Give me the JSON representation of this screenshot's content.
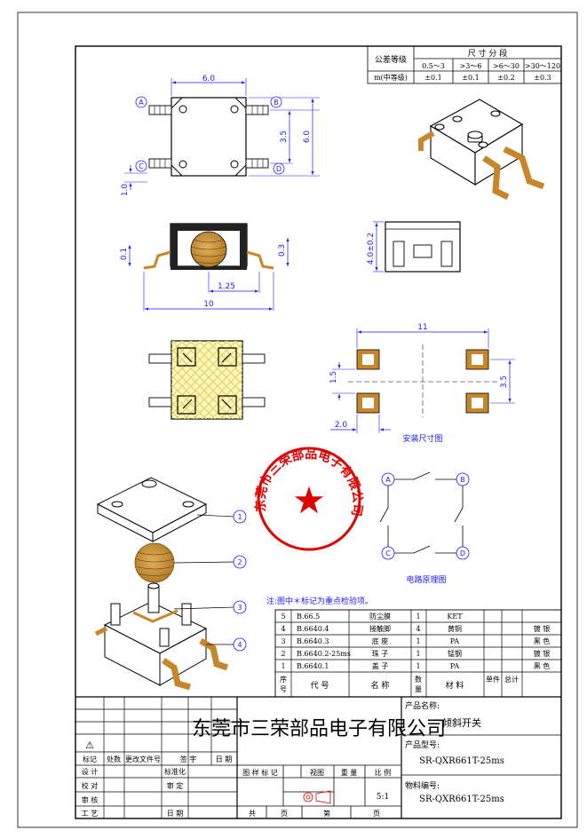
{
  "tolerance": {
    "title": "公差等级",
    "range_header": "尺 寸 分 段",
    "ranges": [
      "0.5～3",
      ">3～6",
      ">6～30",
      ">30～120"
    ],
    "grade": "m(中等级)",
    "values": [
      "±0.1",
      "±0.1",
      "±0.2",
      "±0.3"
    ]
  },
  "dims": {
    "top_w": "6.0",
    "right_h1": "3.5",
    "right_h2": "6.0",
    "left_pitch": "1.0",
    "front_left": "0.1",
    "front_right": "0.3",
    "front_1": "1.25",
    "front_2": "10",
    "side_h": "4.0±0.2",
    "mount_w": "11",
    "mount_h": "3.5",
    "mount_small": "1.5",
    "mount_pad": "2.0"
  },
  "labels": {
    "mount": "安装尺寸图",
    "circuit": "电路原理图",
    "pins": [
      "A",
      "B",
      "C",
      "D"
    ],
    "parts": [
      "1",
      "2",
      "3",
      "4"
    ],
    "note": "注:图中＊标记为重点检验项。"
  },
  "stamp": {
    "text": "东莞市三荣部品电子有限公司",
    "star": "★"
  },
  "bom": {
    "rows": [
      {
        "no": "5",
        "code": "B.66.5",
        "name": "防尘膜",
        "qty": "1",
        "material": "KET",
        "surface": ""
      },
      {
        "no": "4",
        "code": "B.6640.4",
        "name": "接触脚",
        "qty": "4",
        "material": "黄铜",
        "surface": "镀 银"
      },
      {
        "no": "3",
        "code": "B.6640.3",
        "name": "底 座",
        "qty": "1",
        "material": "PA",
        "surface": "黑 色"
      },
      {
        "no": "2",
        "code": "B.6640.2-25ms",
        "name": "珠 子",
        "qty": "1",
        "material": "锰钢",
        "surface": "镀 银"
      },
      {
        "no": "1",
        "code": "B.6640.1",
        "name": "盖 子",
        "qty": "1",
        "material": "PA",
        "surface": "黑 色"
      }
    ],
    "header": {
      "no": "序号",
      "code": "代 号",
      "name": "名 称",
      "qty": "数量",
      "material": "材 料",
      "unit": "单件",
      "total": "总计"
    }
  },
  "title_block": {
    "company": "东莞市三荣部品电子有限公司",
    "product_name_label": "产品名称:",
    "product_name": "倾斜开关",
    "product_model_label": "产品型号:",
    "product_model": "SR-QXR661T-25ms",
    "material_code_label": "物料编号:",
    "material_code": "SR-QXR661T-25ms",
    "rev_headers": [
      "标记",
      "处数",
      "更改文件号",
      "签 字",
      "日 期"
    ],
    "roles": [
      "设 计",
      "校 对",
      "审 核",
      "工 艺"
    ],
    "roles2": [
      "标准化",
      "审 定",
      "",
      "日 期"
    ],
    "sample_labels": [
      "图 样 标 记",
      "视图",
      "重 量",
      "比 例"
    ],
    "scale": "5:1",
    "sheet": [
      "共",
      "页",
      "第",
      "页"
    ],
    "warn": "⚠"
  }
}
